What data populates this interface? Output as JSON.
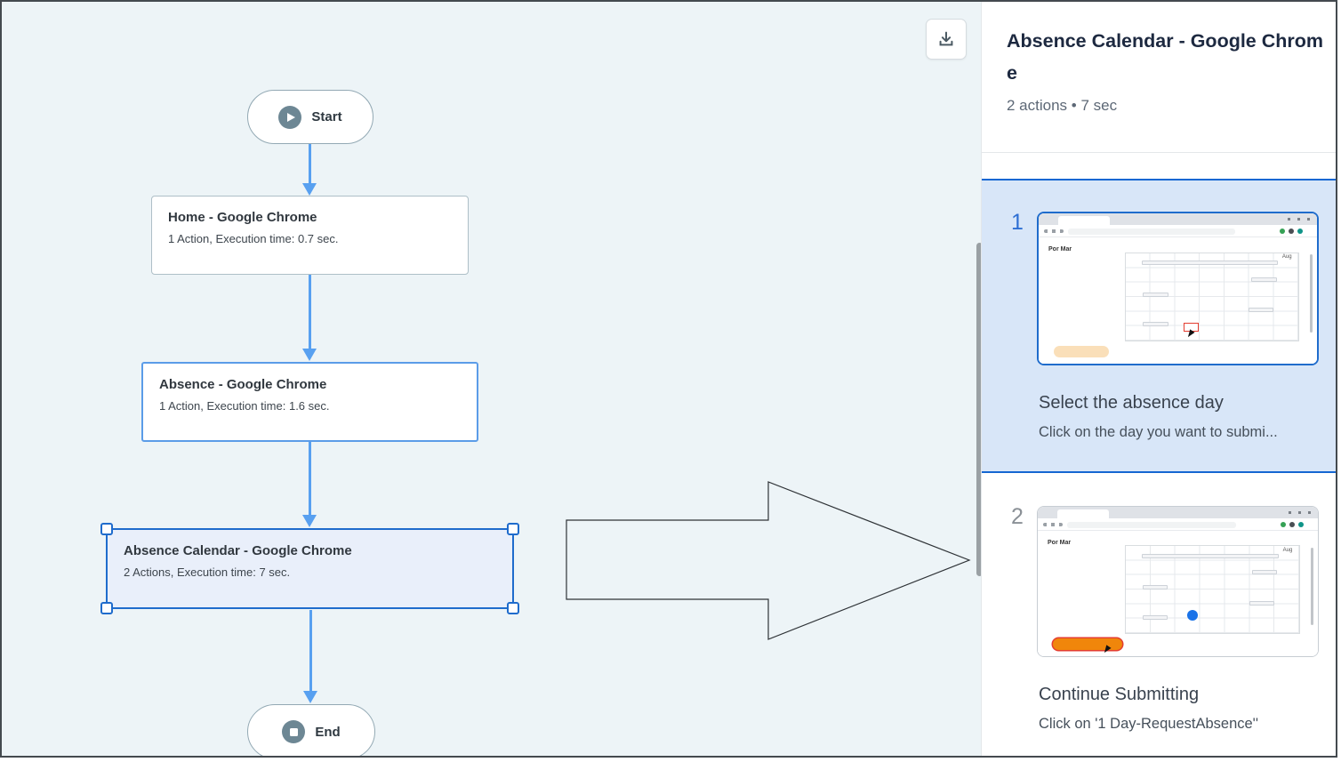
{
  "flowchart": {
    "start_label": "Start",
    "end_label": "End",
    "nodes": [
      {
        "title": "Home  - Google Chrome",
        "subtitle": "1 Action, Execution time: 0.7 sec.",
        "state": "default"
      },
      {
        "title": "Absence - Google Chrome",
        "subtitle": "1 Action, Execution time: 1.6 sec.",
        "state": "highlighted"
      },
      {
        "title": "Absence Calendar - Google Chrome",
        "subtitle": "2 Actions, Execution time: 7 sec.",
        "state": "selected"
      }
    ]
  },
  "panel": {
    "title": "Absence Calendar - Google Chrome",
    "meta": "2 actions • 7 sec",
    "steps": [
      {
        "number": "1",
        "title": "Select the absence day",
        "description": "Click on the day you want to submi...",
        "selected": true
      },
      {
        "number": "2",
        "title": "Continue Submitting",
        "description": "Click on '1 Day-RequestAbsence''",
        "selected": false
      }
    ]
  },
  "thumbnail": {
    "sidebar_label": "Por Mar",
    "month_label": "Aug"
  },
  "icons": {
    "download": "download-icon",
    "start": "play-icon",
    "end": "stop-icon"
  },
  "colors": {
    "canvas_bg": "#edf4f7",
    "accent_blue": "#1f6ccc",
    "connector_blue": "#58a0f0",
    "selected_card_bg": "#d8e6f8",
    "selected_node_bg": "#e9effa",
    "panel_title": "#1d2940",
    "highlight_red": "#e43d30",
    "thumb_button_orange": "#f0860b",
    "thumb_day_blue": "#1a73e8"
  }
}
